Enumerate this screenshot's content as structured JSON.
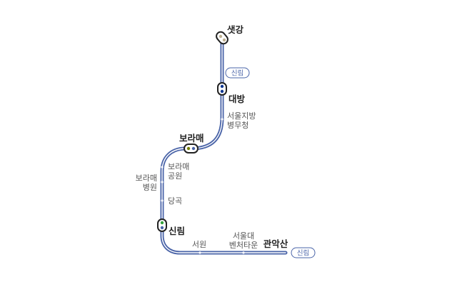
{
  "line": {
    "color": "#4a64a8",
    "direction_badge": "신림"
  },
  "stations": {
    "saetgang": "샛강",
    "daebang": "대방",
    "military_office": [
      "서울지방",
      "병무청"
    ],
    "boramae": "보라매",
    "boramae_park": [
      "보라매",
      "공원"
    ],
    "boramae_hospital": [
      "보라매",
      "병원"
    ],
    "danggok": "당곡",
    "sillim": "신림",
    "seowon": "서원",
    "venture_town": [
      "서울대",
      "벤처타운"
    ],
    "gwanaksan": "관악산"
  },
  "transfer_colors": {
    "line1": "#0d3692",
    "line2": "#33a23d",
    "line7": "#747f00",
    "line9": "#bdb092",
    "shinbundang": "#d4003b"
  }
}
